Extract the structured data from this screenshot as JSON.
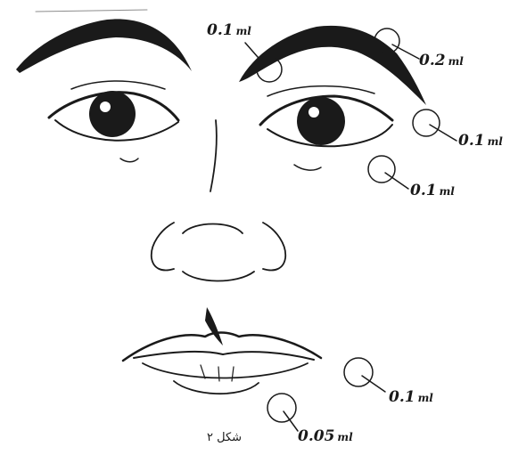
{
  "caption": "شكل ٢",
  "injection_points": [
    {
      "id": "brow-medial",
      "dose": "0.1",
      "unit": "ml"
    },
    {
      "id": "brow-tail",
      "dose": "0.2",
      "unit": "ml"
    },
    {
      "id": "lateral-canthus",
      "dose": "0.1",
      "unit": "ml"
    },
    {
      "id": "cheek-upper",
      "dose": "0.1",
      "unit": "ml"
    },
    {
      "id": "lip-corner",
      "dose": "0.1",
      "unit": "ml"
    },
    {
      "id": "chin",
      "dose": "0.05",
      "unit": "ml"
    }
  ]
}
